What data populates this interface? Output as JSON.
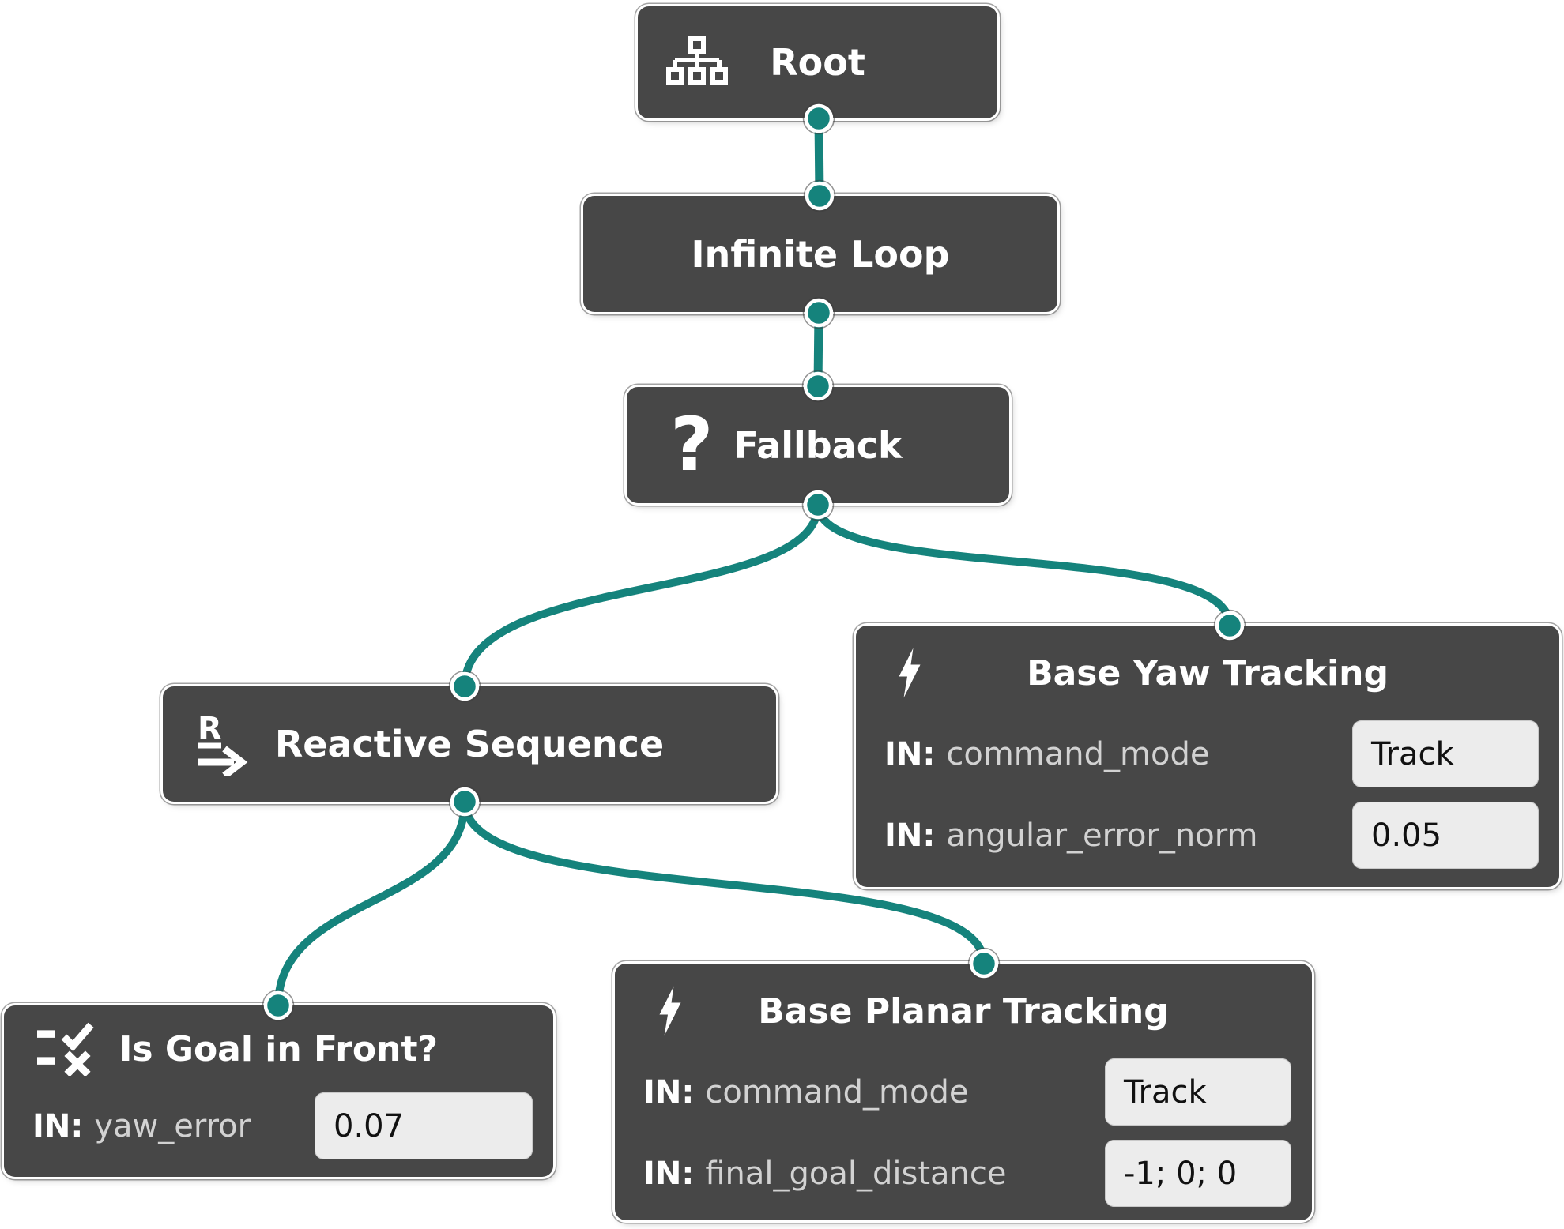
{
  "app": {
    "kind": "behavior-tree-editor-canvas"
  },
  "colors": {
    "canvas_bg": "#ffffff",
    "node_bg": "#474747",
    "node_border": "#ffffff",
    "title_text": "#ffffff",
    "port_direction_text": "#ffffff",
    "port_name_text": "#d2d2d2",
    "value_box_bg": "#ececec",
    "value_text": "#111111",
    "edge_teal": "#15837C"
  },
  "nodes": [
    {
      "id": "root",
      "title": "Root",
      "icon": "tree-hierarchy-icon"
    },
    {
      "id": "infinite-loop",
      "title": "Infinite Loop",
      "icon": null
    },
    {
      "id": "fallback",
      "title": "Fallback",
      "icon": "question-mark-icon"
    },
    {
      "id": "reactive-sequence",
      "title": "Reactive Sequence",
      "icon": "reactive-sequence-arrow-icon"
    },
    {
      "id": "base-yaw-tracking",
      "title": "Base Yaw Tracking",
      "icon": "lightning-icon",
      "ports": [
        {
          "dir": "IN:",
          "name": "command_mode",
          "value": "Track"
        },
        {
          "dir": "IN:",
          "name": "angular_error_norm",
          "value": "0.05"
        }
      ]
    },
    {
      "id": "is-goal-in-front",
      "title": "Is Goal in Front?",
      "icon": "condition-check-cross-icon",
      "ports": [
        {
          "dir": "IN:",
          "name": "yaw_error",
          "value": "0.07"
        }
      ]
    },
    {
      "id": "base-planar-tracking",
      "title": "Base Planar Tracking",
      "icon": "lightning-icon",
      "ports": [
        {
          "dir": "IN:",
          "name": "command_mode",
          "value": "Track"
        },
        {
          "dir": "IN:",
          "name": "final_goal_distance",
          "value": "-1; 0; 0"
        }
      ]
    }
  ],
  "edges": [
    {
      "from": "root",
      "to": "infinite-loop"
    },
    {
      "from": "infinite-loop",
      "to": "fallback"
    },
    {
      "from": "fallback",
      "to": "reactive-sequence"
    },
    {
      "from": "fallback",
      "to": "base-yaw-tracking"
    },
    {
      "from": "reactive-sequence",
      "to": "is-goal-in-front"
    },
    {
      "from": "reactive-sequence",
      "to": "base-planar-tracking"
    }
  ]
}
